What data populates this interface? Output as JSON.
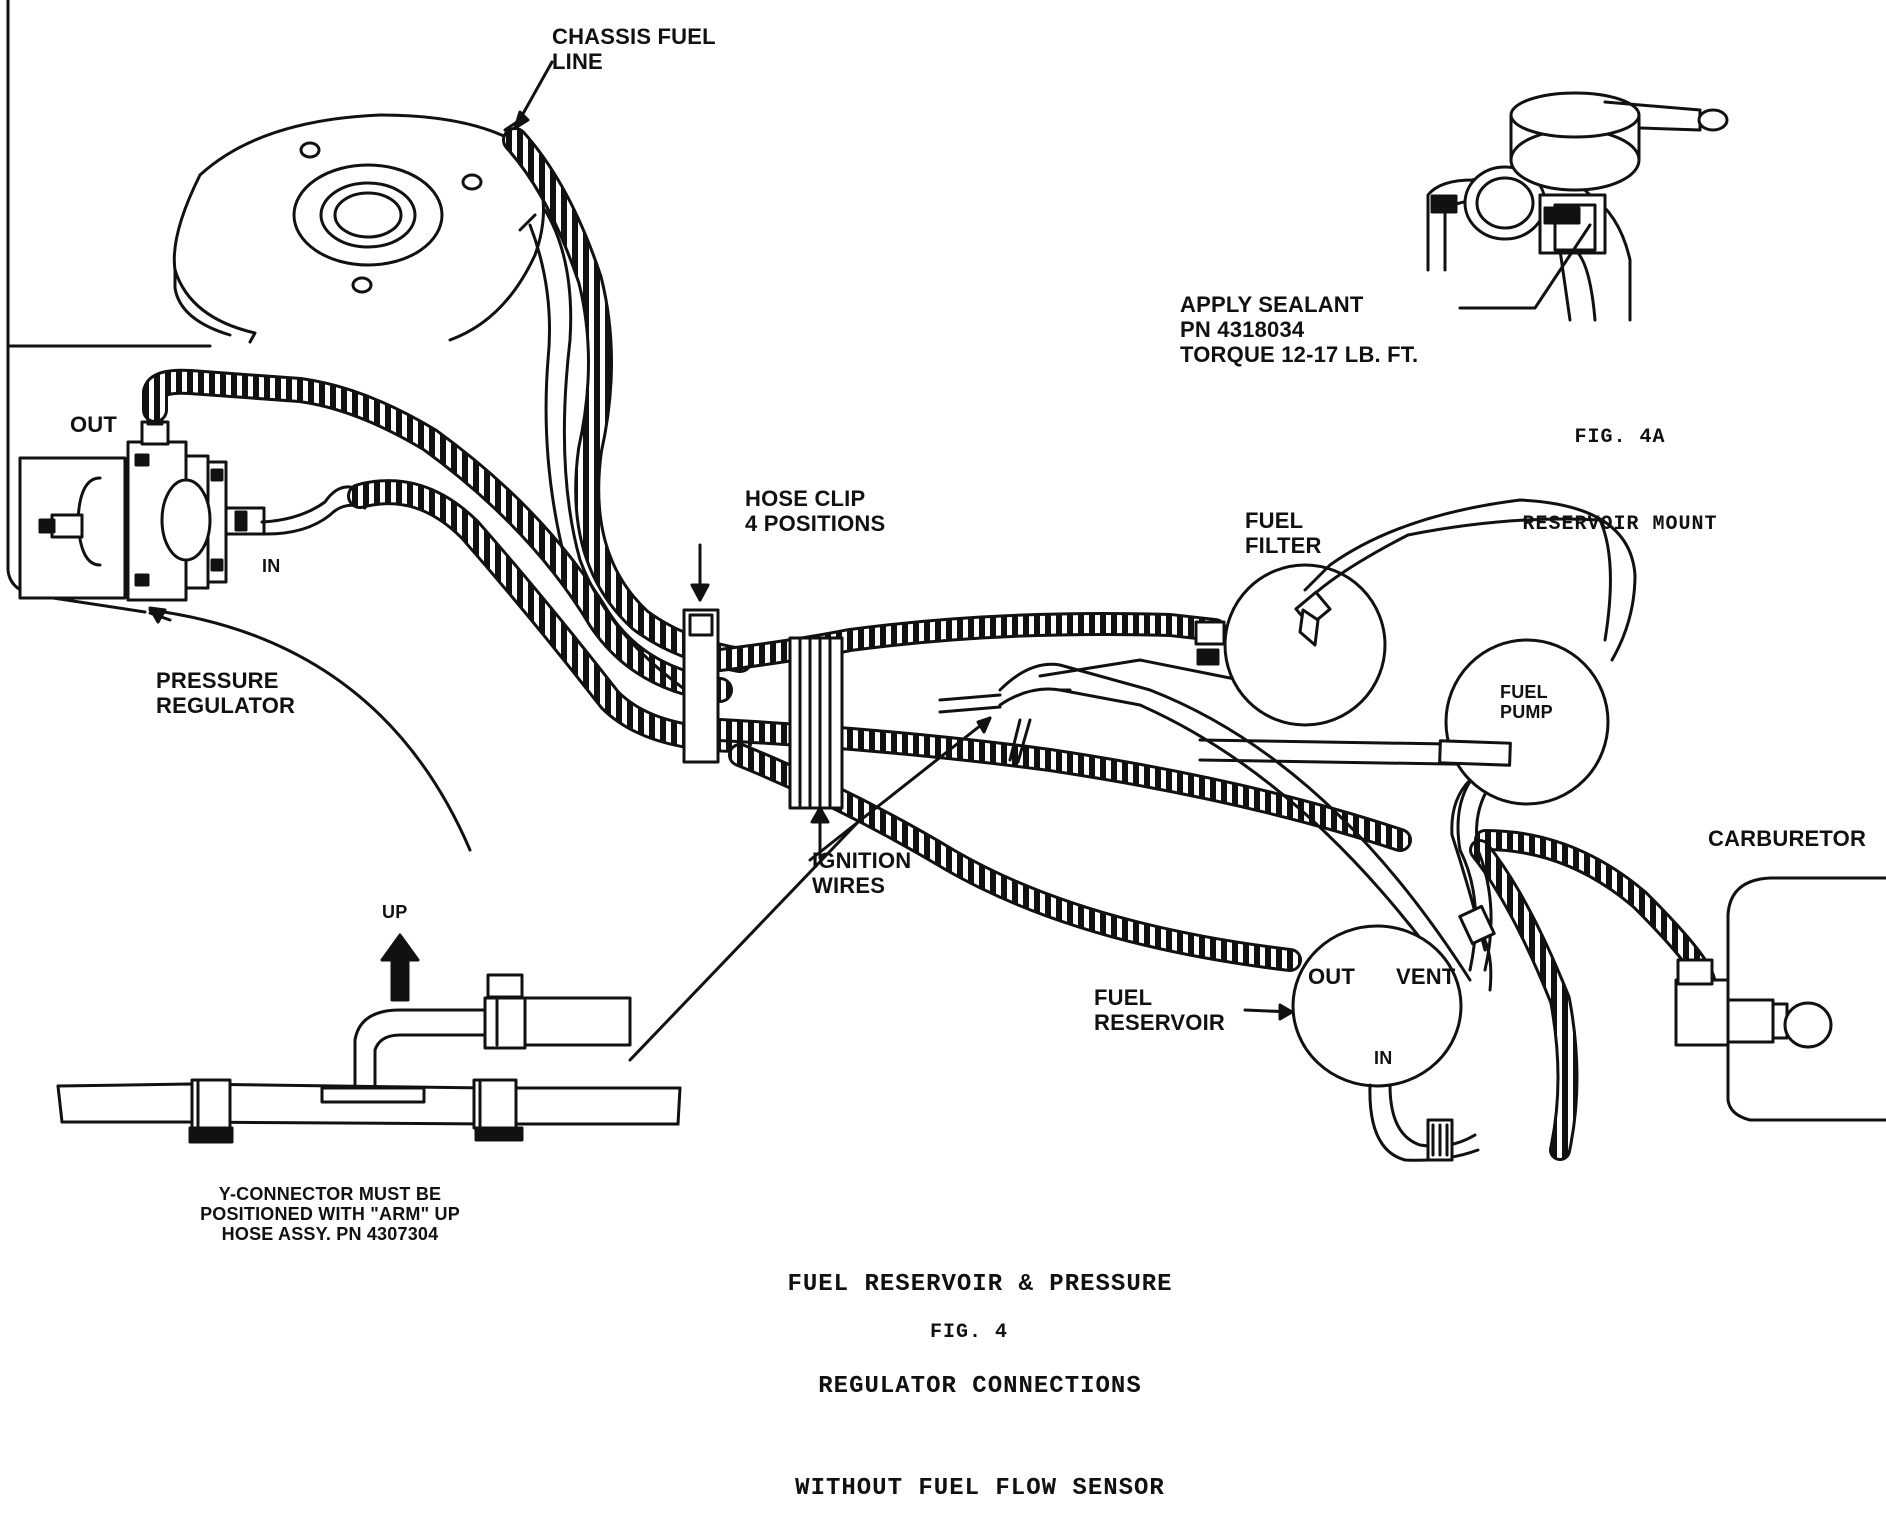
{
  "labels": {
    "chassis_fuel_line": [
      "CHASSIS FUEL",
      "LINE"
    ],
    "apply_sealant": [
      "APPLY SEALANT",
      "PN 4318034",
      "TORQUE 12-17 LB. FT."
    ],
    "fig_4a": [
      "FIG. 4A",
      "RESERVOIR MOUNT"
    ],
    "out": "OUT",
    "in": "IN",
    "pressure_regulator": [
      "PRESSURE",
      "REGULATOR"
    ],
    "hose_clip": [
      "HOSE CLIP",
      "4 POSITIONS"
    ],
    "fuel_filter": [
      "FUEL",
      "FILTER"
    ],
    "fuel_pump": [
      "FUEL",
      "PUMP"
    ],
    "carburetor": "CARBURETOR",
    "ignition_wires": [
      "IGNITION",
      "WIRES"
    ],
    "up": "UP",
    "fuel_reservoir": [
      "FUEL",
      "RESERVOIR"
    ],
    "reservoir_out": "OUT",
    "reservoir_vent": "VENT",
    "reservoir_in": "IN",
    "y_connector_note": [
      "Y-CONNECTOR MUST BE",
      "POSITIONED WITH \"ARM\" UP",
      "HOSE ASSY. PN 4307304"
    ],
    "caption": [
      "FUEL RESERVOIR & PRESSURE",
      "REGULATOR CONNECTIONS",
      "WITHOUT FUEL FLOW SENSOR"
    ],
    "fig_4": "FIG. 4"
  }
}
